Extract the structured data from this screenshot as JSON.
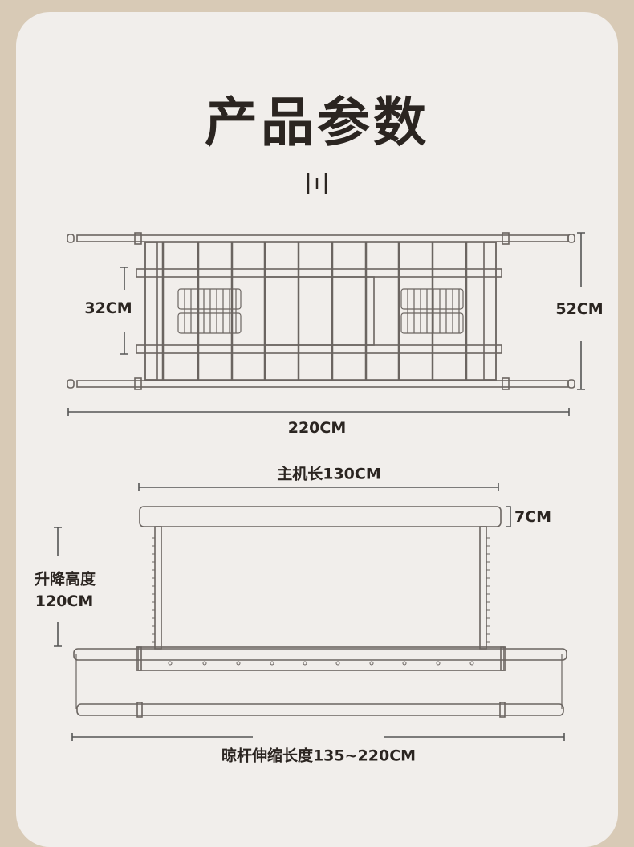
{
  "title": "产品参数",
  "top_view": {
    "width_label": "220CM",
    "height_label": "52CM",
    "inner_label": "32CM"
  },
  "side_view": {
    "host_length_label": "主机长130CM",
    "host_height_label": "7CM",
    "lift_label_line1": "升降高度",
    "lift_label_line2": "120CM",
    "rod_extend_label": "晾杆伸缩长度135~220CM"
  },
  "colors": {
    "background": "#d8cab6",
    "card": "#f1eeeb",
    "text": "#2b2521",
    "line": "#6b6561"
  }
}
